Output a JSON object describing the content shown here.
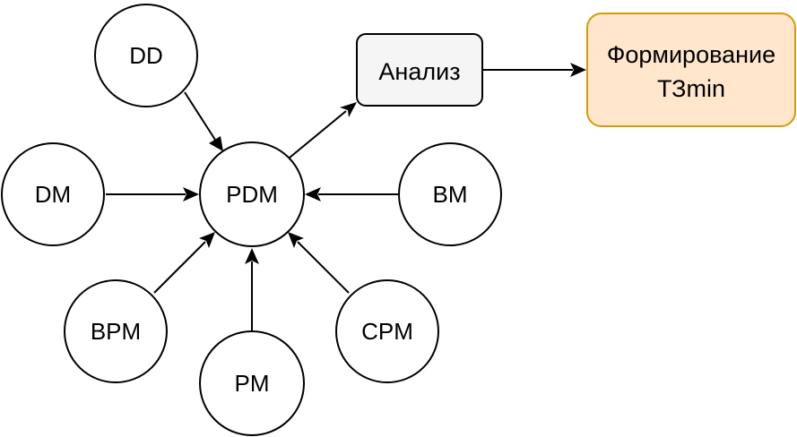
{
  "diagram": {
    "nodes": {
      "dd": {
        "label": "DD",
        "shape": "circle"
      },
      "dm": {
        "label": "DM",
        "shape": "circle"
      },
      "pdm": {
        "label": "PDM",
        "shape": "circle"
      },
      "bm": {
        "label": "BM",
        "shape": "circle"
      },
      "bpm": {
        "label": "BPM",
        "shape": "circle"
      },
      "pm": {
        "label": "PM",
        "shape": "circle"
      },
      "cpm": {
        "label": "CPM",
        "shape": "circle"
      },
      "analysis": {
        "label": "Анализ",
        "shape": "rounded-rect",
        "fill": "#f5f5f5",
        "stroke": "#000000"
      },
      "formation": {
        "label_line1": "Формирование",
        "label_line2": "ТЗmin",
        "shape": "rounded-rect",
        "fill": "#ffe6cc",
        "stroke": "#d79b00"
      }
    },
    "edges": [
      {
        "from": "DD",
        "to": "PDM"
      },
      {
        "from": "DM",
        "to": "PDM"
      },
      {
        "from": "BM",
        "to": "PDM"
      },
      {
        "from": "BPM",
        "to": "PDM"
      },
      {
        "from": "PM",
        "to": "PDM"
      },
      {
        "from": "CPM",
        "to": "PDM"
      },
      {
        "from": "PDM",
        "to": "Анализ"
      },
      {
        "from": "Анализ",
        "to": "Формирование ТЗmin"
      }
    ]
  }
}
